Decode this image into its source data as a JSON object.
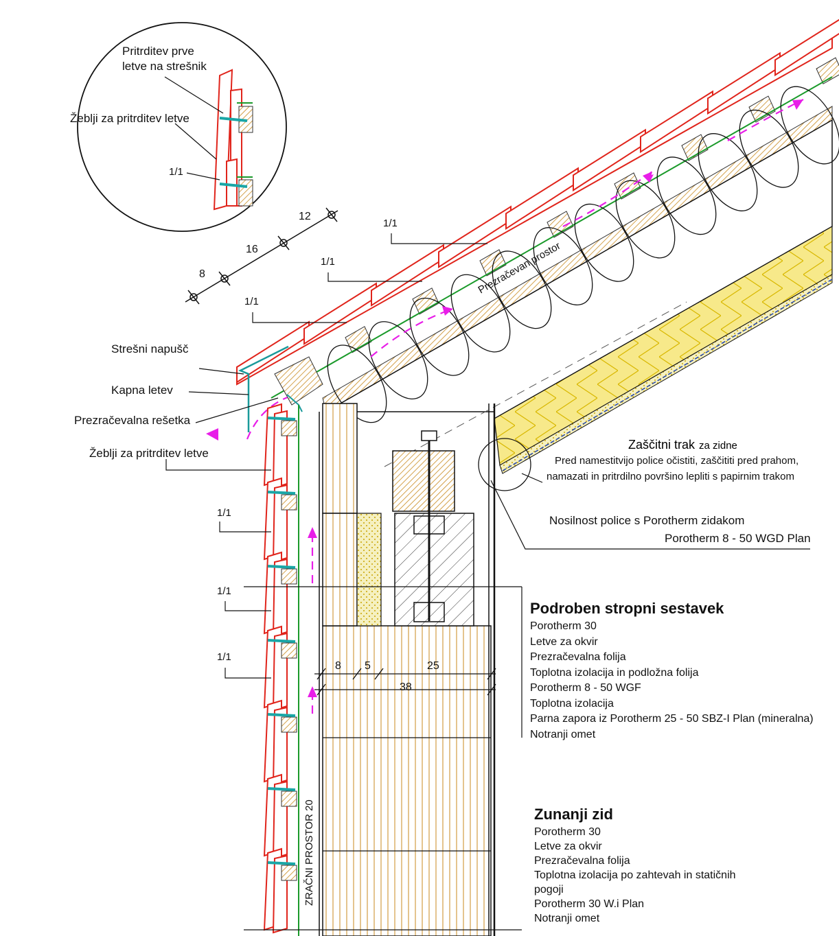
{
  "callout": {
    "pritrditev_line1": "Pritrditev prve",
    "pritrditev_line2": "letve na strešnik",
    "zeblji": "Žeblji za pritrditev letve",
    "scale": "1/1"
  },
  "spacing": {
    "a": "8",
    "b": "16",
    "c": "12"
  },
  "scale_labels": {
    "roof1": "1/1",
    "roof2": "1/1",
    "roof3": "1/1",
    "wall1": "1/1",
    "wall2": "1/1",
    "wall3": "1/1"
  },
  "eaves": {
    "napusc": "Strešni napušč",
    "kapna": "Kapna letev",
    "resetka": "Prezračevalna rešetka",
    "zeblji": "Žeblji za pritrditev letve"
  },
  "ventilated_space": "Prezračevan prostor",
  "air_gap": "ZRAČNI PROSTOR 20",
  "protective_tape": {
    "title": "Zaščitni trak",
    "suffix": "za zidne",
    "line1": "Pred namestitvijo police očistiti, zaščititi pred prahom,",
    "line2": "namazati in pritrdilno površino lepliti s papirnim trakom"
  },
  "shelf_support": {
    "line1": "Nosilnost police s Porotherm zidakom",
    "line2": "Porotherm 8 - 50 WGD Plan"
  },
  "dims": {
    "d1": "8",
    "d2": "5",
    "d3": "25",
    "total": "38"
  },
  "ceiling": {
    "title": "Podroben stropni sestavek",
    "items": [
      "Porotherm 30",
      "Letve za okvir",
      "Prezračevalna folija",
      "Toplotna izolacija in podložna folija",
      "Porotherm 8 - 50 WGF",
      "Toplotna izolacija",
      "Parna zapora iz Porotherm 25 - 50 SBZ-I Plan (mineralna)",
      "Notranji omet"
    ]
  },
  "wall": {
    "title": "Zunanji  zid",
    "items": [
      "Porotherm 30",
      "Letve za okvir",
      "Prezračevalna folija",
      "Toplotna izolacija po zahtevah in statičnih",
      "pogoji",
      "Porotherm 30 W.i Plan",
      "Notranji omet"
    ]
  },
  "colors": {
    "tile": "#e0241b",
    "batten": "#c98a1e",
    "foil": "#1a9a2a",
    "insulation": "#e8d23a",
    "airflow": "#e81ee8",
    "nail": "#1aa6a6",
    "ink": "#111111"
  }
}
